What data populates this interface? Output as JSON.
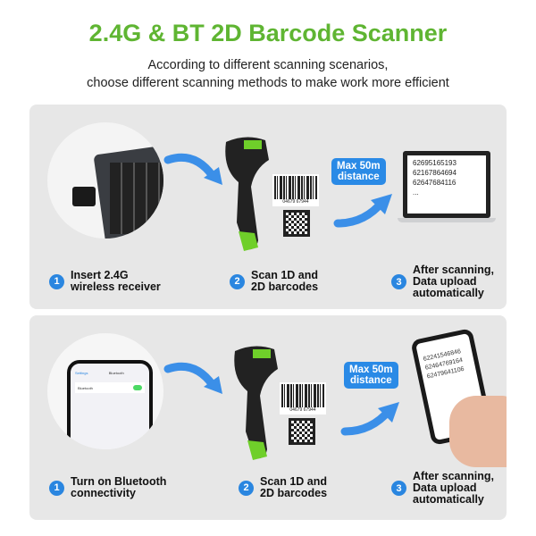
{
  "title": "2.4G & BT 2D Barcode Scanner",
  "subtitle": [
    "According to different scanning scenarios,",
    "choose different scanning methods to make work more efficient"
  ],
  "barcode_number": "04679 67944",
  "badge": [
    "Max 50m",
    "distance"
  ],
  "colors": {
    "title": "#5fb532",
    "accent": "#2a86e0",
    "panel": "#e7e7e7"
  },
  "panel1": {
    "steps": [
      {
        "num": "1",
        "lines": [
          "Insert 2.4G",
          "wireless receiver"
        ]
      },
      {
        "num": "2",
        "lines": [
          "Scan 1D and",
          "2D barcodes"
        ]
      },
      {
        "num": "3",
        "lines": [
          "After scanning,",
          "Data upload",
          "automatically"
        ]
      }
    ],
    "laptop_lines": [
      "62695165193",
      "62167864694",
      "62647684116",
      "..."
    ]
  },
  "panel2": {
    "steps": [
      {
        "num": "1",
        "lines": [
          "Turn on Bluetooth",
          "connectivity"
        ]
      },
      {
        "num": "2",
        "lines": [
          "Scan 1D and",
          "2D barcodes"
        ]
      },
      {
        "num": "3",
        "lines": [
          "After scanning,",
          "Data upload",
          "automatically"
        ]
      }
    ],
    "phone_settings": {
      "back": "Settings",
      "header": "Bluetooth",
      "row": "Bluetooth"
    },
    "phone_lines": [
      "62241546846",
      "62464769164",
      "62479641106"
    ]
  }
}
